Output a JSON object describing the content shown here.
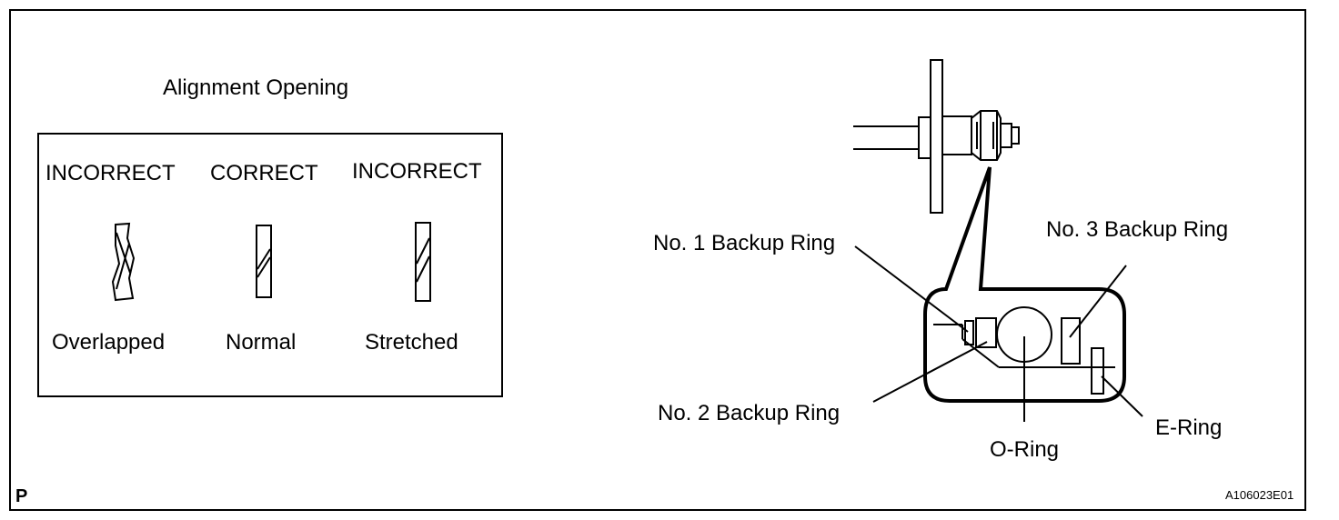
{
  "left_panel": {
    "title": "Alignment Opening",
    "columns": [
      {
        "header": "INCORRECT",
        "caption": "Overlapped",
        "icon": "overlapped-ring-icon"
      },
      {
        "header": "CORRECT",
        "caption": "Normal",
        "icon": "normal-ring-icon"
      },
      {
        "header": "INCORRECT",
        "caption": "Stretched",
        "icon": "stretched-ring-icon"
      }
    ]
  },
  "right_panel": {
    "callouts": {
      "backup_ring_1": "No. 1 Backup Ring",
      "backup_ring_2": "No. 2 Backup Ring",
      "backup_ring_3": "No. 3 Backup Ring",
      "o_ring": "O-Ring",
      "e_ring": "E-Ring"
    }
  },
  "footer": {
    "corner_mark": "P",
    "figure_id": "A106023E01"
  }
}
